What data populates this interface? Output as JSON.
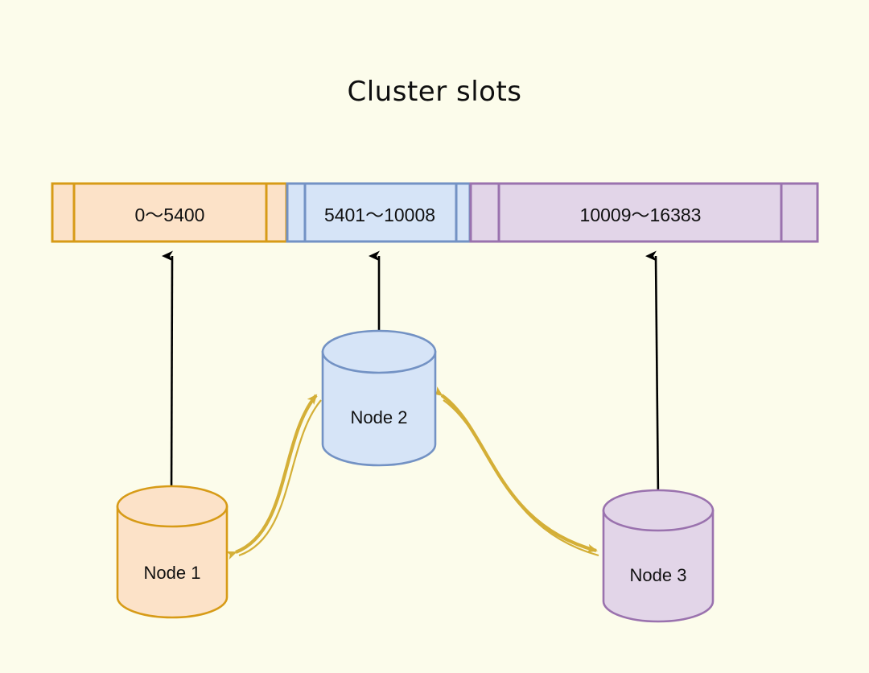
{
  "diagram": {
    "title": "Cluster slots",
    "background_color": "#FCFCEB"
  },
  "slot_bar": {
    "segments": [
      {
        "label": "0～5400",
        "fill": "#FCE2C8",
        "stroke": "#D79B17",
        "range_start": 0,
        "range_end": 5400,
        "owner": "Node 1"
      },
      {
        "label": "5401～10008",
        "fill": "#D6E4F7",
        "stroke": "#7392C4",
        "range_start": 5401,
        "range_end": 10008,
        "owner": "Node 2"
      },
      {
        "label": "10009～16383",
        "fill": "#E2D5E8",
        "stroke": "#9A72AE",
        "range_start": 10009,
        "range_end": 16383,
        "owner": "Node 3"
      }
    ]
  },
  "nodes": [
    {
      "label": "Node 1",
      "fill": "#FCE2C8",
      "stroke": "#D79B17"
    },
    {
      "label": "Node 2",
      "fill": "#D6E4F7",
      "stroke": "#7392C4"
    },
    {
      "label": "Node 3",
      "fill": "#E2D5E8",
      "stroke": "#9A72AE"
    }
  ],
  "connectors": {
    "ownership_arrow_color": "#000000",
    "gossip_arrow_color": "#D4AF37"
  }
}
